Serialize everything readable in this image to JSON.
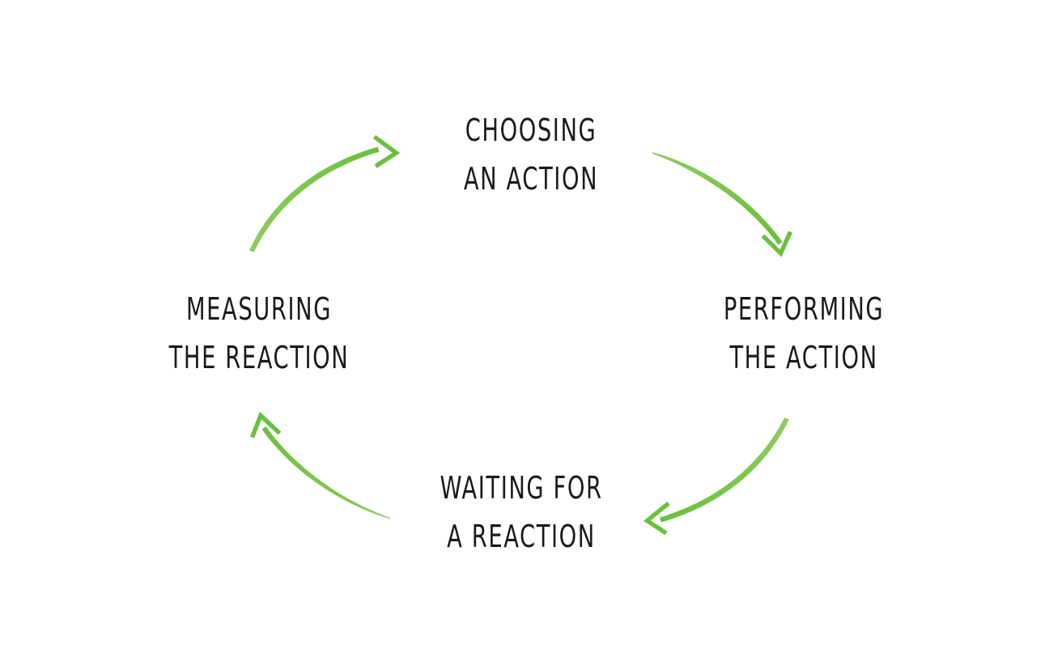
{
  "diagram": {
    "title": "",
    "background_color": "#ffffff",
    "text_color": "#1a1a1a",
    "accent_color": "#70c043",
    "direction": "clockwise",
    "nodes": [
      {
        "id": "choosing",
        "position": "top",
        "line1": "CHOOSING",
        "line2": "AN ACTION"
      },
      {
        "id": "performing",
        "position": "right",
        "line1": "PERFORMING",
        "line2": "THE ACTION"
      },
      {
        "id": "waiting",
        "position": "bottom",
        "line1": "WAITING FOR",
        "line2": "A REACTION"
      },
      {
        "id": "measuring",
        "position": "left",
        "line1": "MEASURING",
        "line2": "THE REACTION"
      }
    ],
    "arrows": [
      {
        "id": "arrow-choosing-to-performing",
        "from": "choosing",
        "to": "performing",
        "color": "#70c043",
        "head": "chevron"
      },
      {
        "id": "arrow-performing-to-waiting",
        "from": "performing",
        "to": "waiting",
        "color": "#70c043",
        "head": "chevron"
      },
      {
        "id": "arrow-waiting-to-measuring",
        "from": "waiting",
        "to": "measuring",
        "color": "#70c043",
        "head": "chevron"
      },
      {
        "id": "arrow-measuring-to-choosing",
        "from": "measuring",
        "to": "choosing",
        "color": "#70c043",
        "head": "chevron"
      }
    ]
  }
}
